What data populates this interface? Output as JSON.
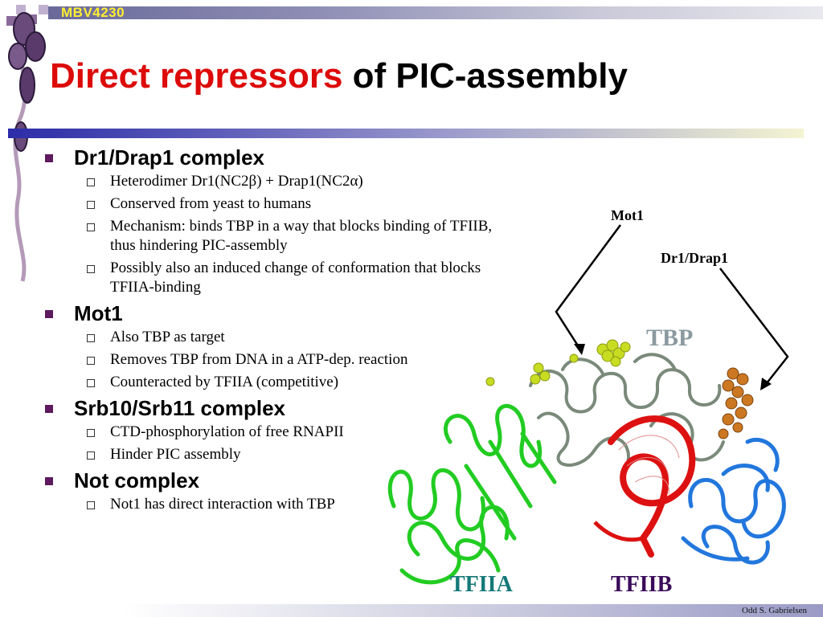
{
  "header": {
    "course": "MBV4230"
  },
  "title": {
    "red": "Direct repressors",
    "black": " of PIC-assembly"
  },
  "content": {
    "s1": {
      "title": "Dr1/Drap1 complex",
      "items": [
        "Heterodimer Dr1(NC2β) + Drap1(NC2α)",
        "Conserved from yeast to humans",
        "Mechanism: binds TBP in a way that blocks binding of TFIIB, thus hindering PIC-assembly",
        "Possibly also an induced change of conformation that blocks TFIIA-binding"
      ]
    },
    "s2": {
      "title": "Mot1",
      "items": [
        "Also TBP as target",
        "Removes TBP from DNA in a ATP-dep. reaction",
        "Counteracted by TFIIA (competitive)"
      ]
    },
    "s3": {
      "title": "Srb10/Srb11 complex",
      "items": [
        "CTD-phosphorylation of free RNAPII",
        "Hinder PIC assembly"
      ]
    },
    "s4": {
      "title": "Not complex",
      "items": [
        "Not1 has direct interaction with TBP"
      ]
    }
  },
  "figure": {
    "mot1": "Mot1",
    "dr1drap1": "Dr1/Drap1",
    "tbp": "TBP",
    "tfiia": "TFIIA",
    "tfiib": "TFIIB",
    "colors": {
      "tfiia": "#22cc22",
      "tfiib": "#2277dd",
      "tbp": "#8a9a8a",
      "dna": "#dd1111",
      "mot1_site": "#c8dd22",
      "dr1_site": "#cc7722"
    }
  },
  "footer": {
    "author": "Odd S. Gabrielsen"
  }
}
